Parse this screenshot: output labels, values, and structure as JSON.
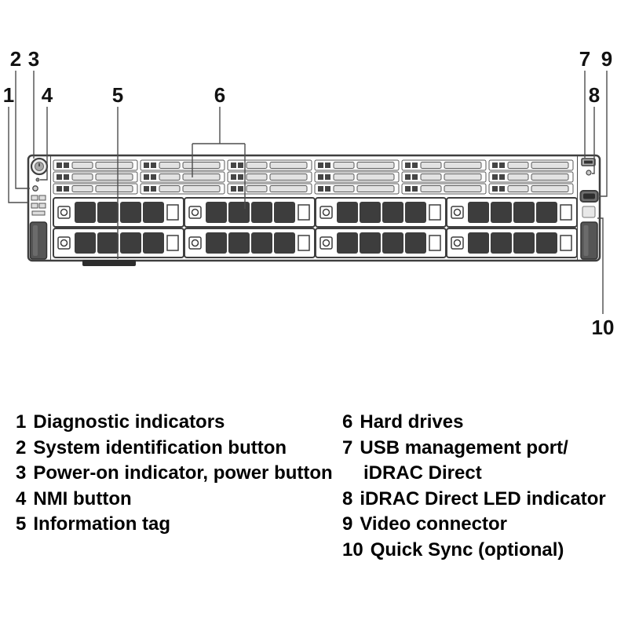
{
  "figure": {
    "type": "server-front-panel-diagram",
    "background_color": "#ffffff",
    "leader_line_color": "#4d4d4d",
    "chassis_outline_color": "#3f3f3f",
    "drive_segment_color": "#3d3d3d",
    "latch_color": "#555555",
    "text_color": "#111111"
  },
  "callouts": {
    "c1": "1",
    "c2": "2",
    "c3": "3",
    "c4": "4",
    "c5": "5",
    "c6": "6",
    "c7": "7",
    "c8": "8",
    "c9": "9",
    "c10": "10"
  },
  "legend": {
    "left": [
      {
        "num": "1",
        "text": "Diagnostic indicators"
      },
      {
        "num": "2",
        "text": "System identification button"
      },
      {
        "num": "3",
        "text": "Power-on indicator, power button"
      },
      {
        "num": "4",
        "text": "NMI button"
      },
      {
        "num": "5",
        "text": "Information tag"
      }
    ],
    "right": [
      {
        "num": "6",
        "text": "Hard drives"
      },
      {
        "num": "7",
        "text": "USB management port/"
      },
      {
        "num": "",
        "text": "iDRAC Direct"
      },
      {
        "num": "8",
        "text": "iDRAC Direct LED indicator"
      },
      {
        "num": "9",
        "text": "Video connector"
      },
      {
        "num": "10",
        "text": "Quick Sync (optional)"
      }
    ]
  },
  "icons": {
    "power": "power-button-icon",
    "nmi": "nmi-pinhole-icon",
    "system_id": "system-id-button-icon",
    "diagnostics": "diagnostic-led-icons",
    "usb": "usb-port-icon",
    "idrac_led": "idrac-led-icon",
    "video": "video-connector-icon",
    "latch": "rack-ear-latch",
    "info_tag": "information-tag",
    "hdd": "hard-drive-bay",
    "ssd": "ssd-module"
  }
}
